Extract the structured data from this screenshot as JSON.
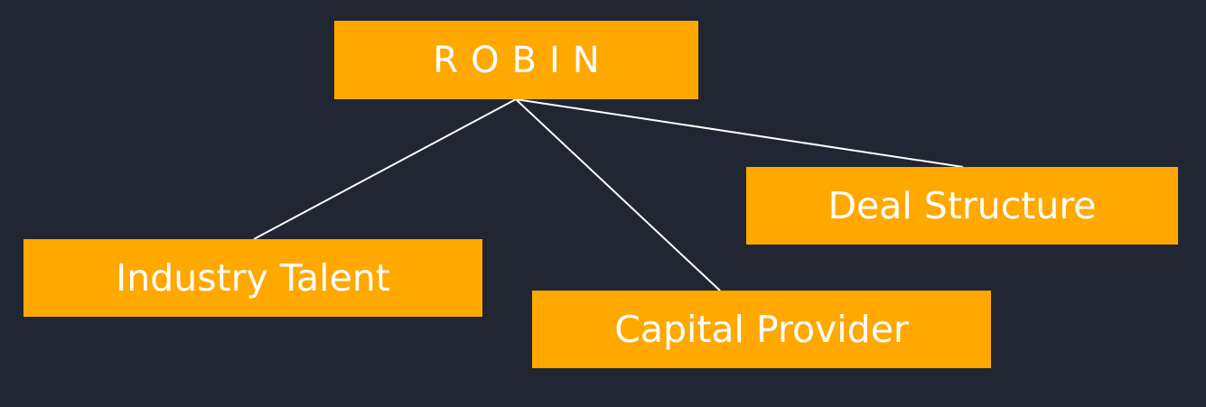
{
  "diagram": {
    "root": {
      "label": "ROBIN"
    },
    "children": [
      {
        "id": "industry",
        "label": "Industry Talent"
      },
      {
        "id": "capital",
        "label": "Capital Provider"
      },
      {
        "id": "deal",
        "label": "Deal Structure"
      }
    ],
    "colors": {
      "background": "#212633",
      "box": "#FFA800",
      "text": "#FFFFFF",
      "connector": "#FFFFFF"
    }
  }
}
